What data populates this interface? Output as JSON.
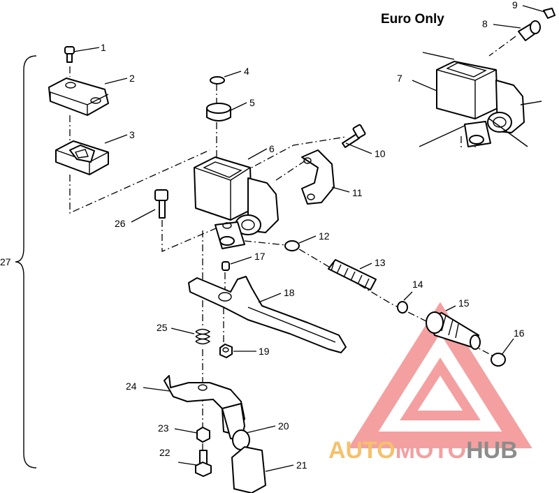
{
  "title": "Euro Only",
  "callouts": [
    {
      "id": "c1",
      "label": "1"
    },
    {
      "id": "c2",
      "label": "2"
    },
    {
      "id": "c3",
      "label": "3"
    },
    {
      "id": "c4",
      "label": "4"
    },
    {
      "id": "c5",
      "label": "5"
    },
    {
      "id": "c6",
      "label": "6"
    },
    {
      "id": "c7",
      "label": "7"
    },
    {
      "id": "c8",
      "label": "8"
    },
    {
      "id": "c9",
      "label": "9"
    },
    {
      "id": "c10",
      "label": "10"
    },
    {
      "id": "c11",
      "label": "11"
    },
    {
      "id": "c12",
      "label": "12"
    },
    {
      "id": "c13",
      "label": "13"
    },
    {
      "id": "c14",
      "label": "14"
    },
    {
      "id": "c15",
      "label": "15"
    },
    {
      "id": "c16",
      "label": "16"
    },
    {
      "id": "c17",
      "label": "17"
    },
    {
      "id": "c18",
      "label": "18"
    },
    {
      "id": "c19",
      "label": "19"
    },
    {
      "id": "c20",
      "label": "20"
    },
    {
      "id": "c21",
      "label": "21"
    },
    {
      "id": "c22",
      "label": "22"
    },
    {
      "id": "c23",
      "label": "23"
    },
    {
      "id": "c24",
      "label": "24"
    },
    {
      "id": "c25",
      "label": "25"
    },
    {
      "id": "c26",
      "label": "26"
    },
    {
      "id": "c27",
      "label": "27"
    }
  ],
  "watermark": {
    "part1": "AUTO",
    "part2": "MOTO",
    "part3": "HUB",
    "colors": {
      "triangle": "#f08080",
      "part1": "#f5c16c",
      "part2": "#f3a0a0",
      "part3": "#8c8c8c"
    }
  }
}
